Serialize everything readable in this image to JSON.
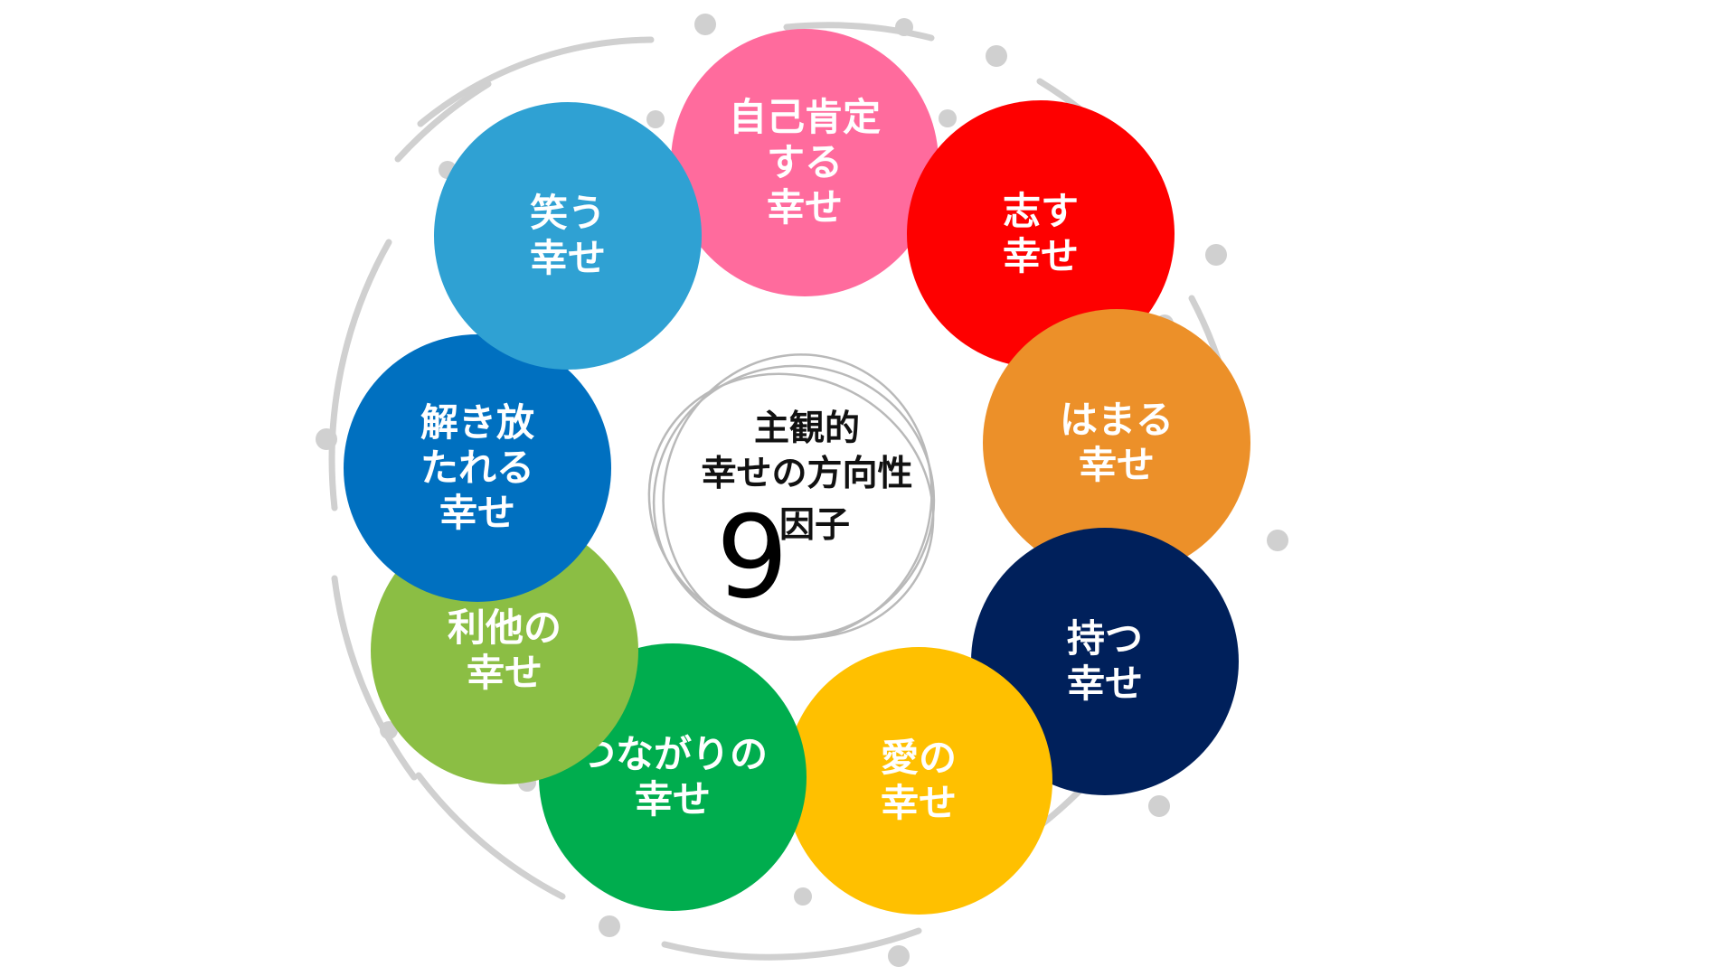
{
  "center": {
    "line1": "主観的",
    "line2": "幸せの方向性",
    "number": "9",
    "suffix": "因子"
  },
  "factors": [
    {
      "id": "self-affirm",
      "lines": [
        "自己肯定",
        "する",
        "幸せ"
      ],
      "color": "#ff6b9d"
    },
    {
      "id": "aspire",
      "lines": [
        "志す",
        "幸せ"
      ],
      "color": "#fe0000"
    },
    {
      "id": "immerse",
      "lines": [
        "はまる",
        "幸せ"
      ],
      "color": "#ec9029"
    },
    {
      "id": "have",
      "lines": [
        "持つ",
        "幸せ"
      ],
      "color": "#00205b"
    },
    {
      "id": "love",
      "lines": [
        "愛の",
        "幸せ"
      ],
      "color": "#ffc000"
    },
    {
      "id": "connection",
      "lines": [
        "つながりの",
        "幸せ"
      ],
      "color": "#00ad4e"
    },
    {
      "id": "altruism",
      "lines": [
        "利他の",
        "幸せ"
      ],
      "color": "#8bbe44"
    },
    {
      "id": "liberated",
      "lines": [
        "解き放",
        "たれる",
        "幸せ"
      ],
      "color": "#0070c0"
    },
    {
      "id": "laugh",
      "lines": [
        "笑う",
        "幸せ"
      ],
      "color": "#2fa1d3"
    }
  ],
  "colors": {
    "decor_gray": "#d0d0d0",
    "center_text": "#111111"
  }
}
